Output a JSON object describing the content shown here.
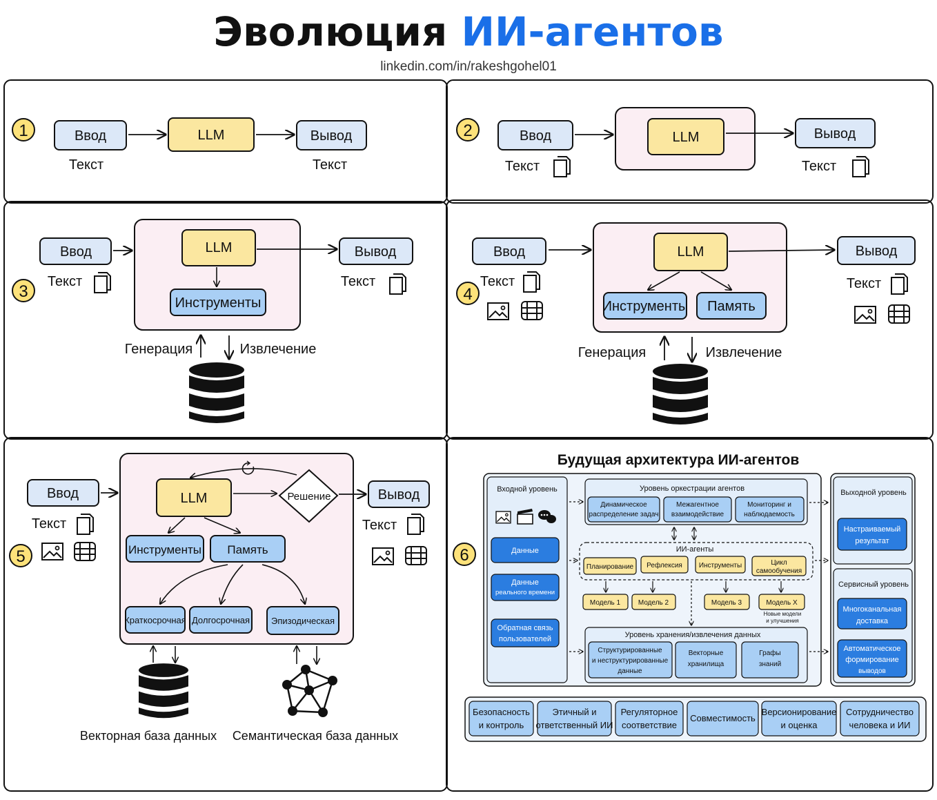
{
  "title": {
    "part1": "Эволюция ",
    "part2": "ИИ-агентов",
    "accent": "#1a6fe8"
  },
  "subtitle": "linkedin.com/in/rakeshgohel01",
  "colors": {
    "input_fill": "#dce8f8",
    "llm_fill": "#fbe7a0",
    "tool_fill": "#a9cff5",
    "container_fill": "#fbeef3",
    "dark_blue": "#2b7de0",
    "badge": "#fde27a"
  },
  "common": {
    "input": "Ввод",
    "output": "Вывод",
    "llm": "LLM",
    "text": "Текст",
    "tools": "Инструменты",
    "memory": "Память",
    "generation": "Генерация",
    "retrieval": "Извлечение"
  },
  "panels": {
    "p1": {
      "num": "1"
    },
    "p2": {
      "num": "2"
    },
    "p3": {
      "num": "3"
    },
    "p4": {
      "num": "4"
    },
    "p5": {
      "num": "5",
      "decision": "Решение",
      "short_term": "Краткосрочная",
      "long_term": "Долгосрочная",
      "episodic": "Эпизодическая",
      "vector_db": "Векторная база данных",
      "semantic_db": "Семантическая база данных"
    },
    "p6": {
      "num": "6",
      "title": "Будущая архитектура ИИ-агентов",
      "input_level": "Входной уровень",
      "data": "Данные",
      "realtime_l1": "Данные",
      "realtime_l2": "реального времени",
      "feedback_l1": "Обратная связь",
      "feedback_l2": "пользователей",
      "orch_title": "Уровень оркестрации агентов",
      "orch_items": [
        {
          "l1": "Динамическое",
          "l2": "распределение задач"
        },
        {
          "l1": "Межагентное",
          "l2": "взаимодействие"
        },
        {
          "l1": "Мониторинг и",
          "l2": "наблюдаемость"
        }
      ],
      "agents_title": "ИИ-агенты",
      "agents_items": [
        "Планирование",
        "Рефлексия",
        "Инструменты"
      ],
      "cycle_l1": "Цикл",
      "cycle_l2": "самообучения",
      "models": [
        "Модель 1",
        "Модель 2",
        "Модель 3",
        "Модель X"
      ],
      "new_models_l1": "Новые модели",
      "new_models_l2": "и улучшения",
      "storage_title": "Уровень хранения/извлечения данных",
      "storage_items": [
        {
          "l1": "Структурированные",
          "l2": "и неструктурированные",
          "l3": "данные"
        },
        {
          "l1": "Векторные",
          "l2": "хранилища",
          "l3": ""
        },
        {
          "l1": "Графы",
          "l2": "знаний",
          "l3": ""
        }
      ],
      "output_level": "Выходной уровень",
      "custom_l1": "Настраиваемый",
      "custom_l2": "результат",
      "service_level": "Сервисный уровень",
      "multichannel_l1": "Многоканальная",
      "multichannel_l2": "доставка",
      "auto_l1": "Автоматическое",
      "auto_l2": "формирование",
      "auto_l3": "выводов",
      "bottom": [
        {
          "l1": "Безопасность",
          "l2": "и контроль"
        },
        {
          "l1": "Этичный и",
          "l2": "ответственный ИИ"
        },
        {
          "l1": "Регуляторное",
          "l2": "соответствие"
        },
        {
          "l1": "Совместимость",
          "l2": ""
        },
        {
          "l1": "Версионирование",
          "l2": "и оценка"
        },
        {
          "l1": "Сотрудничество",
          "l2": "человека и ИИ"
        }
      ]
    }
  }
}
